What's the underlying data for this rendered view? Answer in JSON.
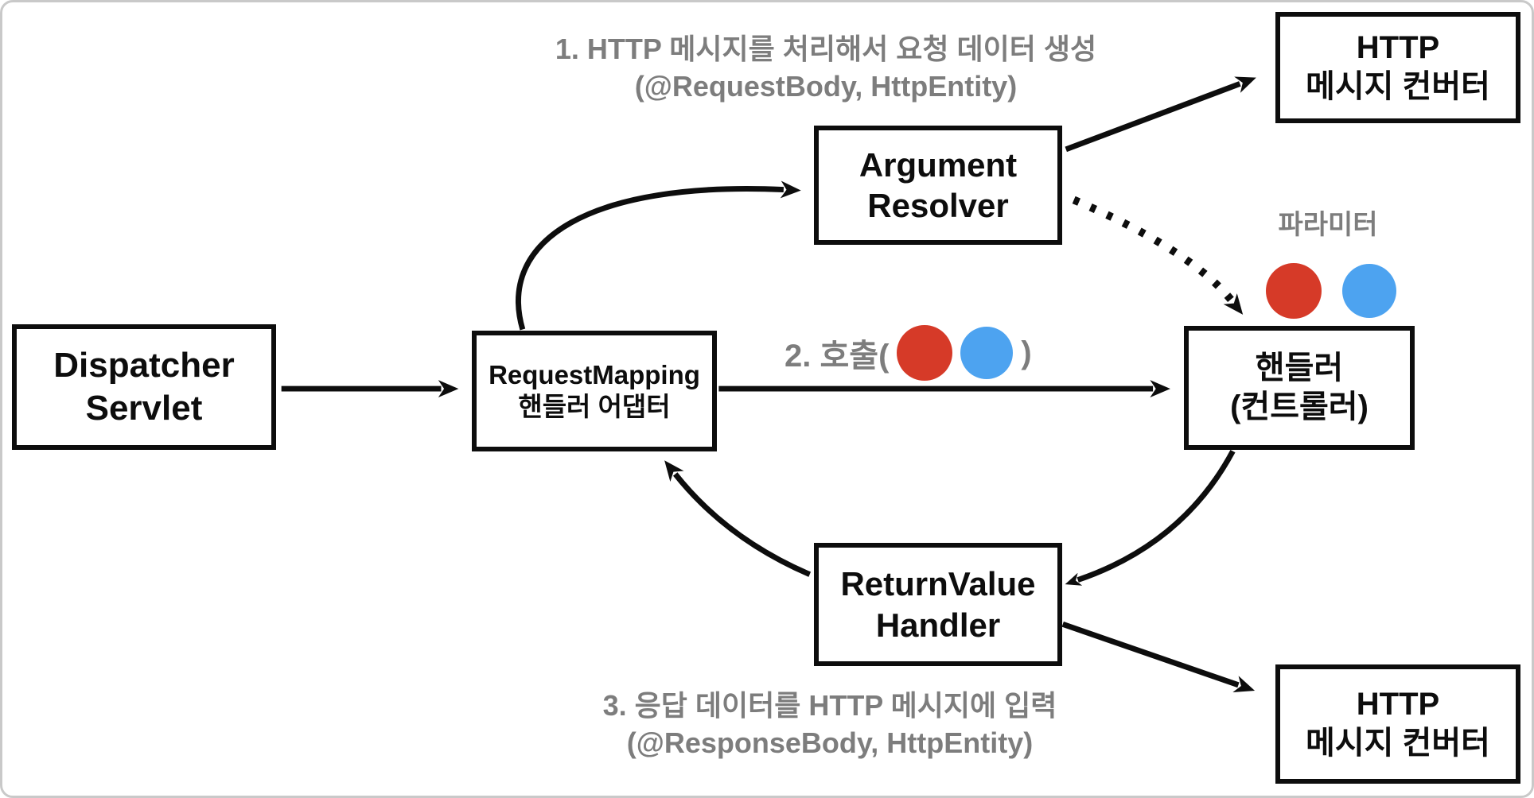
{
  "diagram": {
    "title": "Spring MVC RequestMapping handler adapter flow",
    "nodes": {
      "dispatcher": {
        "line1": "Dispatcher",
        "line2": "Servlet"
      },
      "request_mapping": {
        "line1": "RequestMapping",
        "line2": "핸들러 어댑터"
      },
      "argument_resolver": {
        "line1": "Argument",
        "line2": "Resolver"
      },
      "handler": {
        "line1": "핸들러",
        "line2": "(컨트롤러)"
      },
      "http_converter_top": {
        "line1": "HTTP",
        "line2": "메시지 컨버터"
      },
      "return_value_handler": {
        "line1": "ReturnValue",
        "line2": "Handler"
      },
      "http_converter_bottom": {
        "line1": "HTTP",
        "line2": "메시지 컨버터"
      }
    },
    "annotations": {
      "step1_line1": "1. HTTP 메시지를 처리해서 요청 데이터 생성",
      "step1_line2": "(@RequestBody, HttpEntity)",
      "step2_prefix": "2. 호출(",
      "step2_suffix": ")",
      "param_label": "파라미터",
      "step3_line1": "3. 응답 데이터를 HTTP 메시지에 입력",
      "step3_line2": "(@ResponseBody, HttpEntity)"
    },
    "colors": {
      "param_red": "#d63a28",
      "param_blue": "#4da3f0",
      "annotation_gray": "#7d7d7d",
      "box_border": "#0d0d0d",
      "frame_border": "#c9c9c9"
    }
  }
}
